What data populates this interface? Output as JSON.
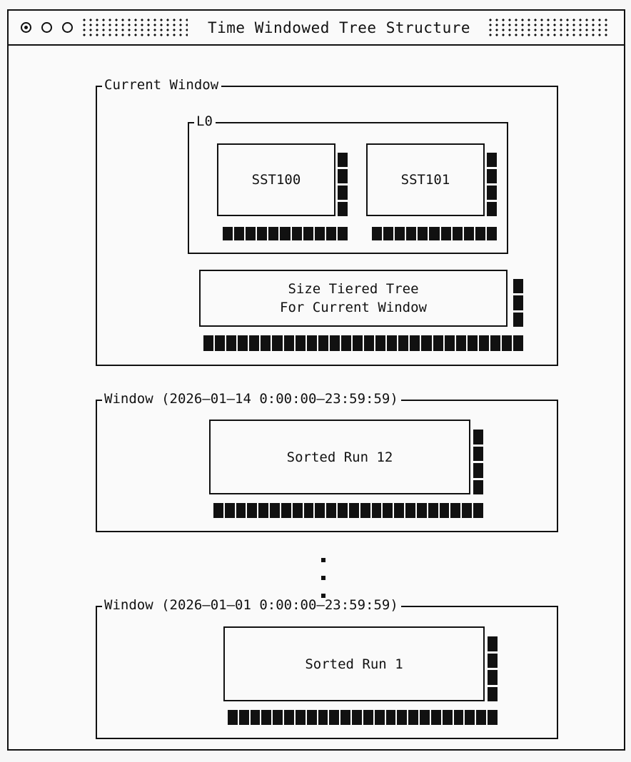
{
  "window": {
    "title": "Time Windowed Tree Structure",
    "controls": [
      {
        "name": "record-button",
        "state": "filled"
      },
      {
        "name": "minimize-button",
        "state": "empty"
      },
      {
        "name": "close-button",
        "state": "empty"
      }
    ]
  },
  "diagram": {
    "groups": [
      {
        "id": "current-window",
        "legend": "Current Window",
        "subgroups": [
          {
            "id": "l0",
            "legend": "L0",
            "nodes": [
              {
                "id": "sst100",
                "label": "SST100",
                "vticks": 4,
                "hticks": 11
              },
              {
                "id": "sst101",
                "label": "SST101",
                "vticks": 4,
                "hticks": 11
              }
            ]
          }
        ],
        "nodes": [
          {
            "id": "size-tiered-tree",
            "label": "Size Tiered Tree\nFor Current Window",
            "line1": "Size Tiered Tree",
            "line2": "For Current Window",
            "vticks": 3,
            "hticks": 28
          }
        ]
      },
      {
        "id": "window-2026-01-14",
        "legend": "Window (2026–01–14 0:00:00–23:59:59)",
        "nodes": [
          {
            "id": "sorted-run-12",
            "label": "Sorted Run 12",
            "vticks": 4,
            "hticks": 24
          }
        ]
      },
      {
        "id": "window-2026-01-01",
        "legend": "Window (2026–01–01 0:00:00–23:59:59)",
        "nodes": [
          {
            "id": "sorted-run-1",
            "label": "Sorted Run 1",
            "vticks": 4,
            "hticks": 24
          }
        ]
      }
    ],
    "ellipsis": {
      "dots": 3
    }
  },
  "colors": {
    "ink": "#111111",
    "paper": "#fafafa",
    "backdrop": "#f7f7f7"
  }
}
